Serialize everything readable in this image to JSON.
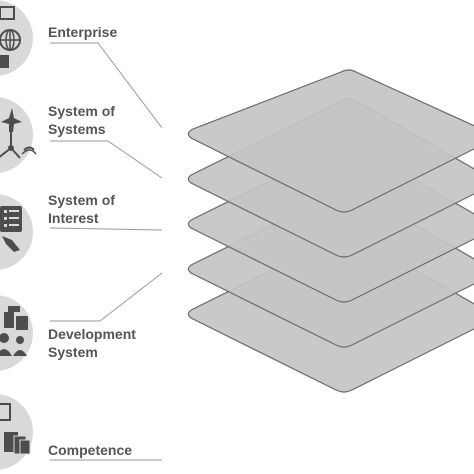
{
  "levels": [
    {
      "line1": "Enterprise",
      "line2": "",
      "icon": "globe-building-icon"
    },
    {
      "line1": "System of",
      "line2": "Systems",
      "icon": "airplane-network-icon"
    },
    {
      "line1": "System of",
      "line2": "Interest",
      "icon": "checklist-icon"
    },
    {
      "line1": "Development",
      "line2": "System",
      "icon": "team-devices-icon"
    },
    {
      "line1": "Competence",
      "line2": "",
      "icon": "documents-icon"
    }
  ],
  "colors": {
    "text": "#555555",
    "leader": "#9a9a9a",
    "icon_bg": "#d9d9d9",
    "icon_fg": "#4d4d4d",
    "plate_fill": "#c4c4c4",
    "plate_stroke": "#6a6a6a"
  }
}
